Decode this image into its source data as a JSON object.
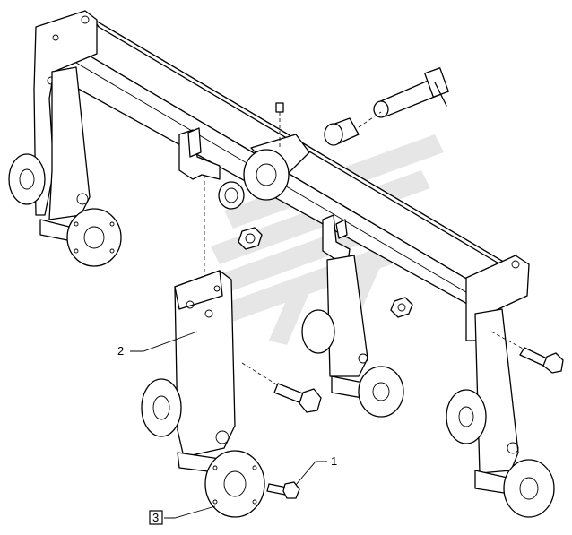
{
  "callouts": [
    {
      "id": "1",
      "label": "1",
      "boxed": false
    },
    {
      "id": "2",
      "label": "2",
      "boxed": false
    },
    {
      "id": "3",
      "label": "3",
      "boxed": true
    }
  ],
  "colors": {
    "line": "#000000",
    "background": "#ffffff",
    "watermark": "#e6e6e6"
  }
}
